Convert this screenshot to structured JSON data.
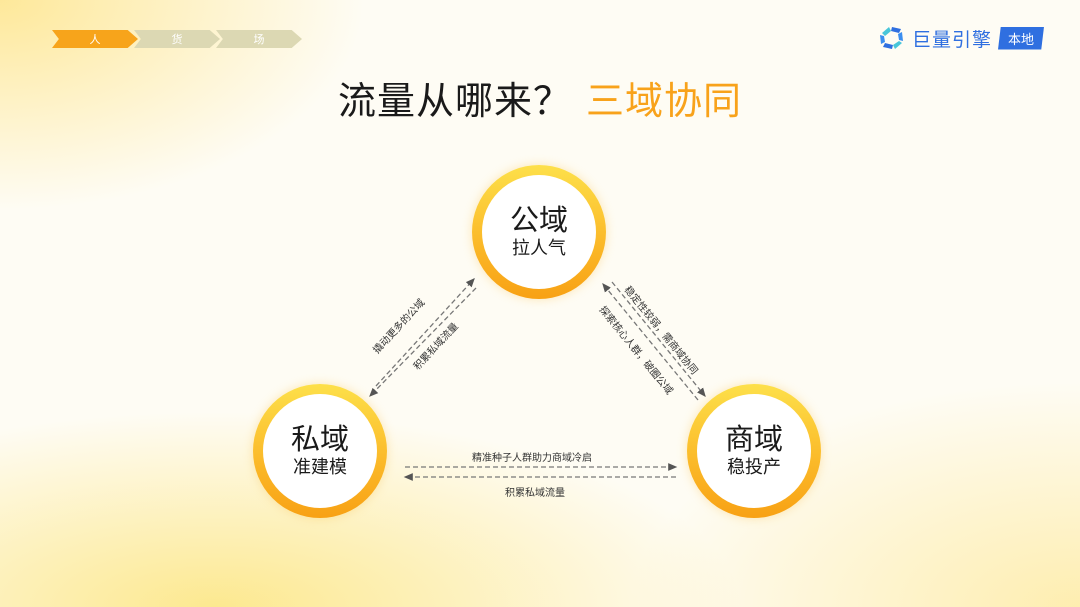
{
  "breadcrumb": {
    "steps": [
      {
        "label": "人",
        "state": "active"
      },
      {
        "label": "货",
        "state": "inactive"
      },
      {
        "label": "场",
        "state": "inactive"
      }
    ],
    "colors": {
      "active": "#f7a41b",
      "inactive": "#dcd8b3"
    }
  },
  "logo": {
    "icon": "juliang-engine-logo-icon",
    "text": "巨量引擎",
    "badge": "本地",
    "color": "#2f6fe0"
  },
  "title": {
    "main": "流量从哪来？",
    "highlight": "三域协同",
    "highlight_color": "#f8a21a"
  },
  "nodes": {
    "public": {
      "name": "公域",
      "sub": "拉人气"
    },
    "private": {
      "name": "私域",
      "sub": "准建模"
    },
    "commerce": {
      "name": "商域",
      "sub": "稳投产"
    }
  },
  "links": {
    "private_public": {
      "to_public": "撬动更多的公域",
      "to_private": "积累私域流量"
    },
    "public_commerce": {
      "to_commerce": "稳定性较弱，需商域协同",
      "to_public": "探索核心人群，破圈公域"
    },
    "private_commerce": {
      "to_commerce": "精准种子人群助力商域冷启",
      "to_private": "积累私域流量"
    }
  }
}
